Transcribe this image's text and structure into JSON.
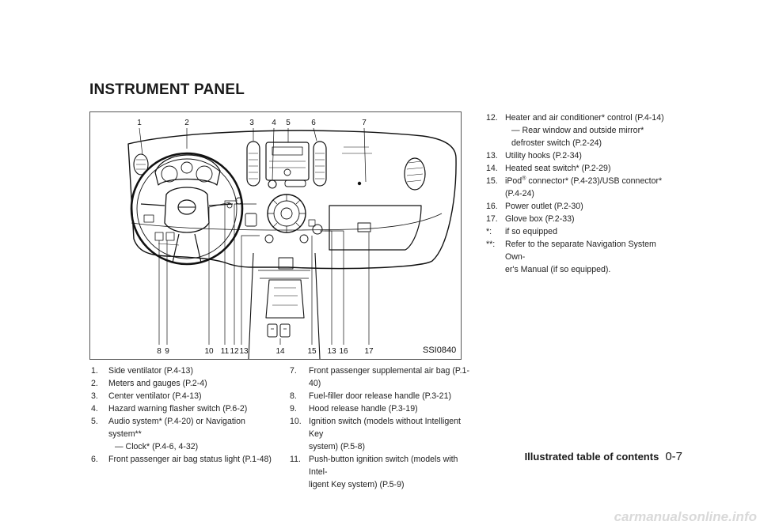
{
  "heading": "INSTRUMENT PANEL",
  "figure": {
    "id": "SSI0840",
    "top_callouts": [
      "1",
      "2",
      "3",
      "4",
      "5",
      "6",
      "7"
    ],
    "bottom_callouts": [
      "8",
      "9",
      "10",
      "11",
      "12",
      "13",
      "14",
      "15",
      "13",
      "16",
      "17"
    ]
  },
  "legend": {
    "col1": [
      {
        "num": "1.",
        "text": "Side ventilator (P.4-13)"
      },
      {
        "num": "2.",
        "text": "Meters and gauges (P.2-4)"
      },
      {
        "num": "3.",
        "text": "Center ventilator (P.4-13)"
      },
      {
        "num": "4.",
        "text": "Hazard warning flasher switch (P.6-2)"
      },
      {
        "num": "5.",
        "text": "Audio system* (P.4-20) or Navigation system**",
        "sub": "— Clock* (P.4-6, 4-32)"
      },
      {
        "num": "6.",
        "text": "Front passenger air bag status light (P.1-48)"
      }
    ],
    "col2": [
      {
        "num": "7.",
        "text": "Front passenger supplemental air bag (P.1-40)"
      },
      {
        "num": "8.",
        "text": "Fuel-filler door release handle (P.3-21)"
      },
      {
        "num": "9.",
        "text": "Hood release handle (P.3-19)"
      },
      {
        "num": "10.",
        "text": "Ignition switch (models without Intelligent Key",
        "cont": "system) (P.5-8)"
      },
      {
        "num": "11.",
        "text": "Push-button ignition switch (models with Intel-",
        "cont": "ligent Key system) (P.5-9)"
      }
    ],
    "col3": {
      "item12": {
        "num": "12.",
        "text": "Heater and air conditioner* control (P.4-14)",
        "sub": "— Rear window and outside mirror* defroster switch (P.2-24)"
      },
      "item13": {
        "num": "13.",
        "text": "Utility hooks (P.2-34)"
      },
      "item14": {
        "num": "14.",
        "text": "Heated seat switch* (P.2-29)"
      },
      "item15": {
        "num": "15.",
        "text_a": "iPod",
        "reg": "®",
        "text_b": " connector* (P.4-23)/USB connector*",
        "cont": "(P.4-24)"
      },
      "item16": {
        "num": "16.",
        "text": "Power outlet (P.2-30)"
      },
      "item17": {
        "num": "17.",
        "text": "Glove box (P.2-33)"
      },
      "note1": {
        "num": "*:",
        "text": "if so equipped"
      },
      "note2": {
        "num": "**:",
        "text": "Refer to the separate Navigation System Own-",
        "cont": "er's Manual (if so equipped)."
      }
    }
  },
  "footer": {
    "title": "Illustrated table of contents",
    "page": "0-7"
  },
  "watermark": "carmanualsonline.info"
}
